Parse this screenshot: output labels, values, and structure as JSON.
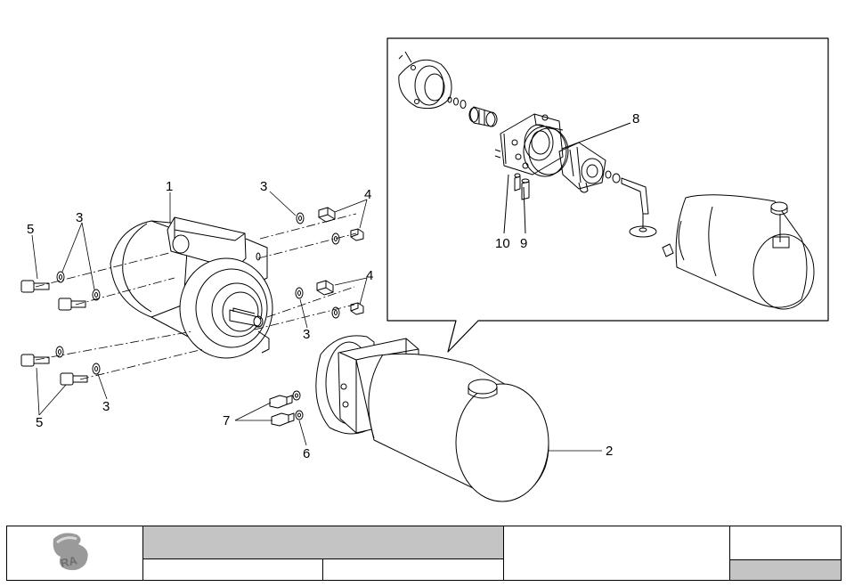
{
  "drawing": {
    "callouts": [
      {
        "id": "1",
        "label": "1"
      },
      {
        "id": "2",
        "label": "2"
      },
      {
        "id": "3a",
        "label": "3"
      },
      {
        "id": "3b",
        "label": "3"
      },
      {
        "id": "3c",
        "label": "3"
      },
      {
        "id": "3d",
        "label": "3"
      },
      {
        "id": "4a",
        "label": "4"
      },
      {
        "id": "4b",
        "label": "4"
      },
      {
        "id": "5a",
        "label": "5"
      },
      {
        "id": "5b",
        "label": "5"
      },
      {
        "id": "6",
        "label": "6"
      },
      {
        "id": "7",
        "label": "7"
      },
      {
        "id": "8",
        "label": "8"
      },
      {
        "id": "9",
        "label": "9"
      },
      {
        "id": "10",
        "label": "10"
      }
    ]
  },
  "title_block": {
    "logo_text": "RA",
    "cells": [
      "",
      "",
      "",
      "",
      "",
      "",
      ""
    ],
    "accent_color": "#c4c4c4"
  }
}
